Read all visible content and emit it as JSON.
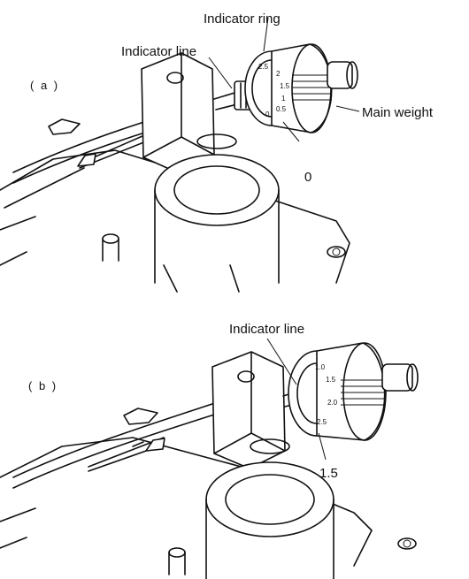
{
  "panel_a": {
    "label": "( a )",
    "callouts": {
      "indicator_ring": "Indicator ring",
      "indicator_line": "Indicator line",
      "main_weight": "Main weight",
      "zero_value": "0"
    },
    "scale_ticks": [
      "2.5",
      "2",
      "1.5",
      "1",
      "0.5",
      "0"
    ]
  },
  "panel_b": {
    "label": "( b )",
    "callouts": {
      "indicator_line": "Indicator line",
      "value": "1.5"
    },
    "scale_ticks": [
      "1.0",
      "1.5",
      "2.0",
      "2.5"
    ]
  }
}
